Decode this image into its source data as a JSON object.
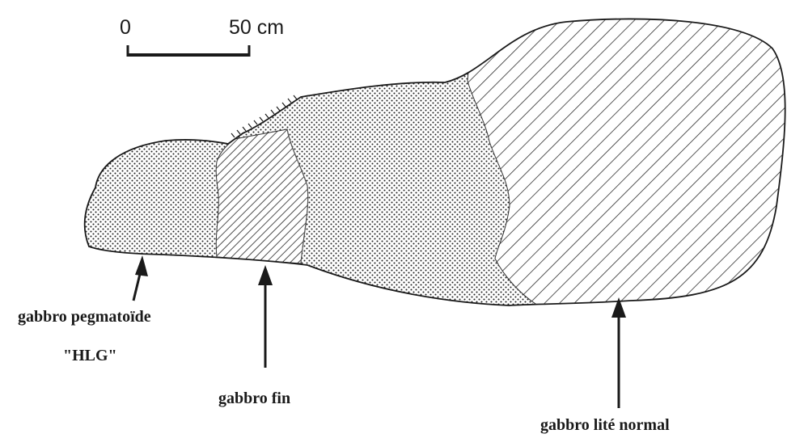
{
  "scale_bar": {
    "start_label": "0",
    "end_label": "50 cm"
  },
  "labels": {
    "pegmatoide": "gabbro pegmatoïde",
    "hlg": "\"HLG\"",
    "fin": "gabbro fin",
    "lite_normal": "gabbro lité normal"
  },
  "colors": {
    "ink": "#1a1a1a",
    "background": "#ffffff"
  }
}
